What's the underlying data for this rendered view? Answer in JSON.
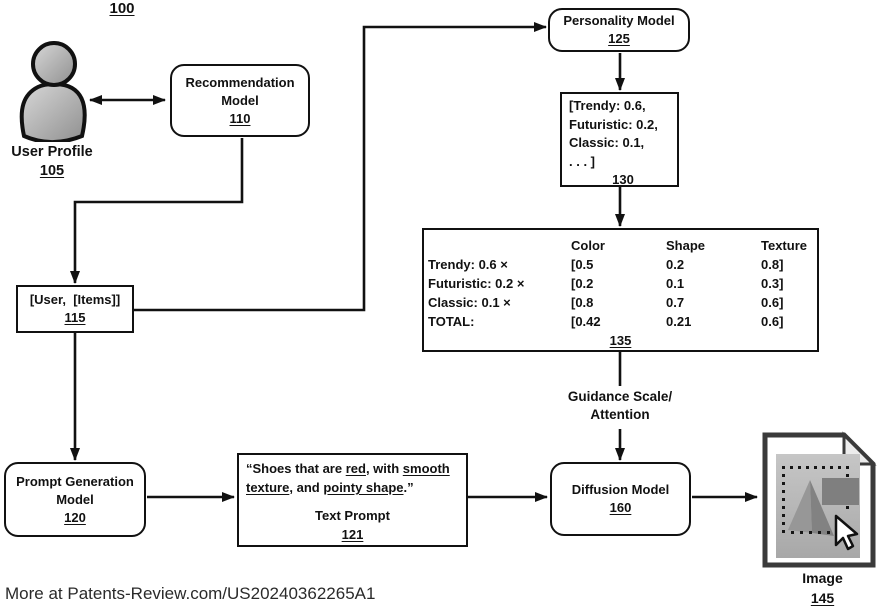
{
  "figure_ref": "100",
  "watermark": "More at Patents-Review.com/US20240362265A1",
  "colors": {
    "line": "#111111",
    "person_gray": "#b0b0b0",
    "thumbnail_gray": "#b7b7b7",
    "shape_gray": "#8a8a8a"
  },
  "user_profile": {
    "label": "User Profile",
    "ref": "105"
  },
  "recommendation_model": {
    "label": "Recommendation Model",
    "ref": "110"
  },
  "user_items": {
    "label": "[User,  [Items]]",
    "ref": "115"
  },
  "personality_model": {
    "label": "Personality Model",
    "ref": "125"
  },
  "personality_vector": {
    "lines": [
      "[Trendy: 0.6,",
      "Futuristic: 0.2,",
      "Classic: 0.1,",
      ". . . ]"
    ],
    "ref": "130"
  },
  "attribute_matrix": {
    "ref": "135",
    "col_headers": [
      "Color",
      "Shape",
      "Texture"
    ],
    "rows": [
      {
        "label": "Trendy: 0.6 ×",
        "values": [
          "[0.5",
          "0.2",
          "0.8]"
        ]
      },
      {
        "label": "Futuristic: 0.2 ×",
        "values": [
          "[0.2",
          "0.1",
          "0.3]"
        ]
      },
      {
        "label": "Classic: 0.1 ×",
        "values": [
          "[0.8",
          "0.7",
          "0.6]"
        ]
      },
      {
        "label": "TOTAL:",
        "values": [
          "[0.42",
          "0.21",
          "0.6]"
        ]
      }
    ]
  },
  "guidance": {
    "line1": "Guidance Scale/",
    "line2": "Attention"
  },
  "prompt_generation_model": {
    "label": "Prompt Generation Model",
    "ref": "120"
  },
  "text_prompt": {
    "segments": [
      "“Shoes that are ",
      "red",
      ", with ",
      "smooth texture",
      ", and ",
      "pointy shape",
      ".”"
    ],
    "underlined": [
      "red",
      "smooth texture",
      "pointy shape"
    ],
    "label": "Text Prompt",
    "ref": "121"
  },
  "diffusion_model": {
    "label": "Diffusion Model",
    "ref": "160"
  },
  "image_output": {
    "label": "Image",
    "ref": "145"
  }
}
